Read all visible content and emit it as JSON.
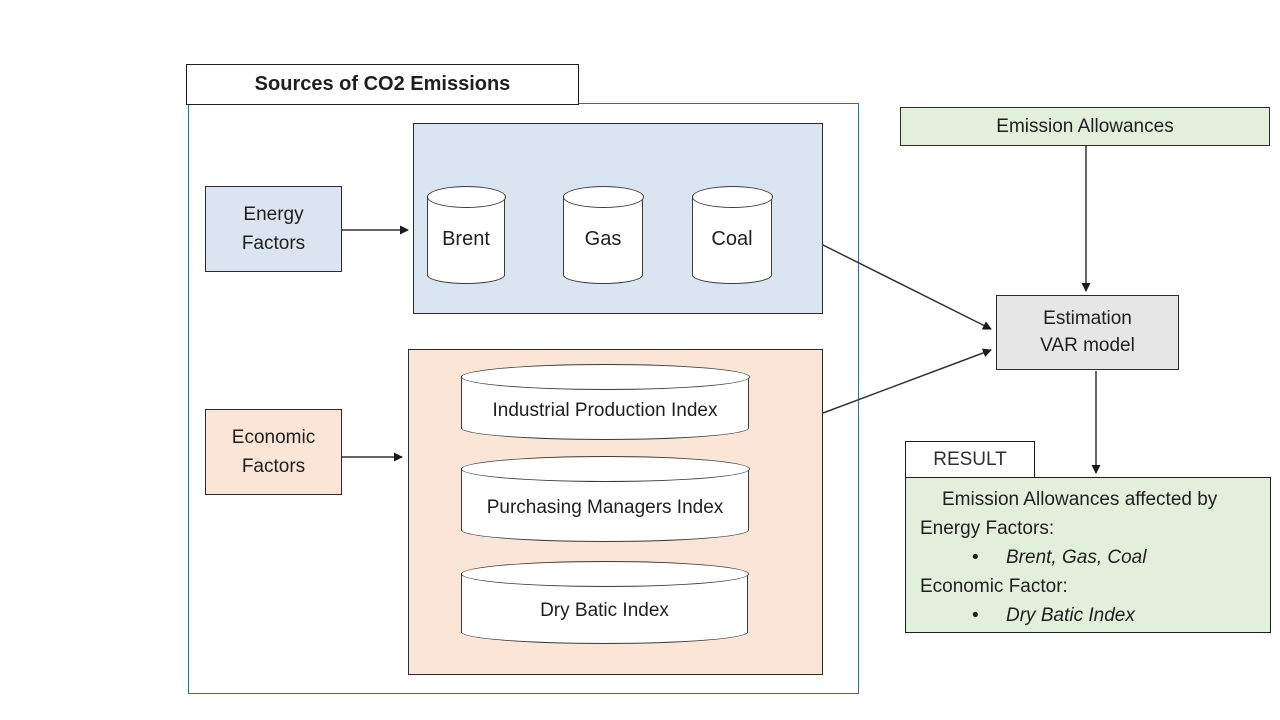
{
  "title": "Sources of CO2 Emissions",
  "energy_factors": {
    "label": "Energy Factors",
    "cylinders": [
      "Brent",
      "Gas",
      "Coal"
    ]
  },
  "economic_factors": {
    "label": "Economic Factors",
    "cylinders": [
      "Industrial Production Index",
      "Purchasing Managers Index",
      "Dry Batic Index"
    ]
  },
  "emission_allowances": {
    "label": "Emission Allowances"
  },
  "estimation": {
    "line1": "Estimation",
    "line2": "VAR model"
  },
  "result": {
    "tab": "RESULT",
    "heading": "Emission Allowances affected by",
    "energy_heading": "Energy Factors:",
    "energy_items": "Brent, Gas, Coal",
    "economic_heading": "Economic Factor:",
    "economic_items": "Dry Batic Index",
    "bullet": "•"
  },
  "colors": {
    "blue_fill": "#dbe5f1",
    "peach_fill": "#fbe5d6",
    "green_fill": "#e2efda",
    "gray_fill": "#e7e6e6",
    "outer_border": "#44687d"
  }
}
